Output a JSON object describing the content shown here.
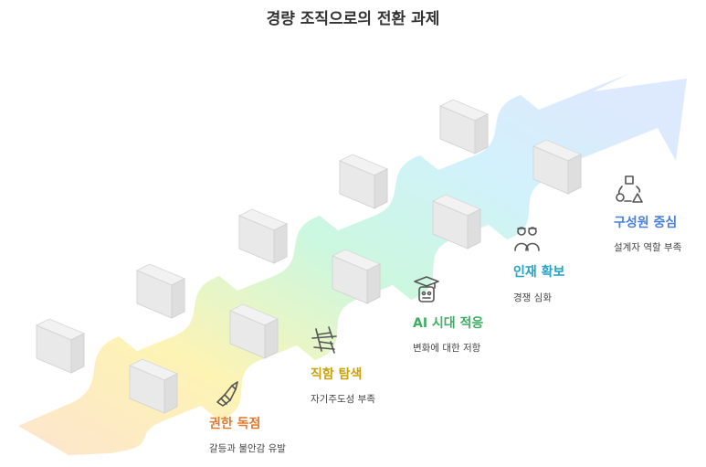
{
  "title": "경량 조직으로의 전환 과제",
  "steps": [
    {
      "title": "권한 독점",
      "description": "갈등과 불안감 유발",
      "icon": "hand-holding-tool-icon",
      "color": "#e07a2e",
      "fill": "#fde3cc"
    },
    {
      "title": "직함 탐색",
      "description": "자기주도성 부족",
      "icon": "broken-ladder-icon",
      "color": "#c9a20a",
      "fill": "#fdf3b0"
    },
    {
      "title": "AI 시대 적응",
      "description": "변화에 대한 저항",
      "icon": "robot-graduate-icon",
      "color": "#3fae63",
      "fill": "#c9f7dd"
    },
    {
      "title": "인재 확보",
      "description": "경쟁 심화",
      "icon": "team-people-icon",
      "color": "#22a3c9",
      "fill": "#cff1fb"
    },
    {
      "title": "구성원 중심",
      "description": "설계자 역할 부족",
      "icon": "shapes-network-icon",
      "color": "#4a7fd6",
      "fill": "#dbe8fd"
    }
  ]
}
